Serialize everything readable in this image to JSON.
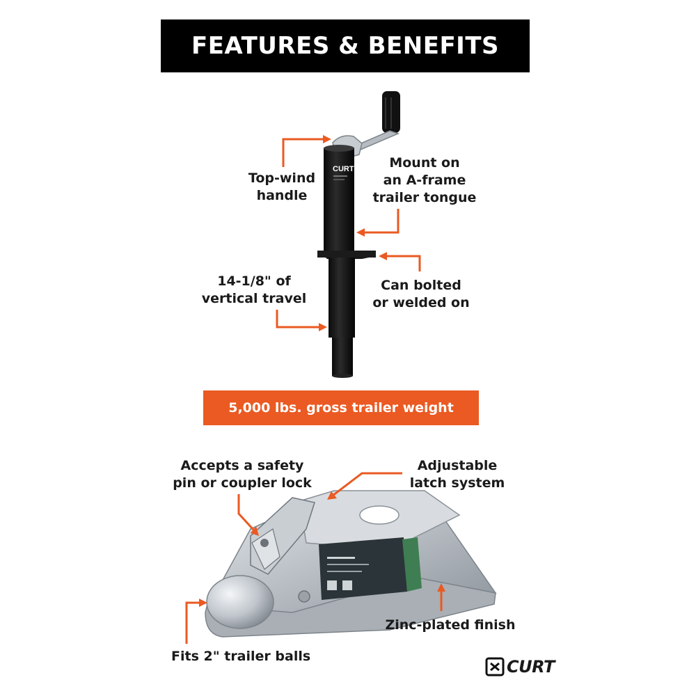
{
  "header": {
    "title": "FEATURES & BENEFITS",
    "bg_color": "#000000",
    "text_color": "#ffffff"
  },
  "jack_callouts": {
    "top_wind": "Top-wind\nhandle",
    "mount": "Mount on\nan A-frame\ntrailer tongue",
    "travel": "14-1/8\" of\nvertical travel",
    "bolted": "Can bolted\nor welded on"
  },
  "weight_banner": {
    "text": "5,000 lbs. gross trailer weight",
    "color": "#ea5a22"
  },
  "coupler_callouts": {
    "safety_pin": "Accepts a safety\npin or coupler lock",
    "latch": "Adjustable\nlatch system",
    "zinc": "Zinc-plated finish",
    "balls": "Fits 2\" trailer balls"
  },
  "brand": {
    "logo_text": "CURT",
    "jack_label": "CURT"
  },
  "arrow_color": "#ea5a22"
}
